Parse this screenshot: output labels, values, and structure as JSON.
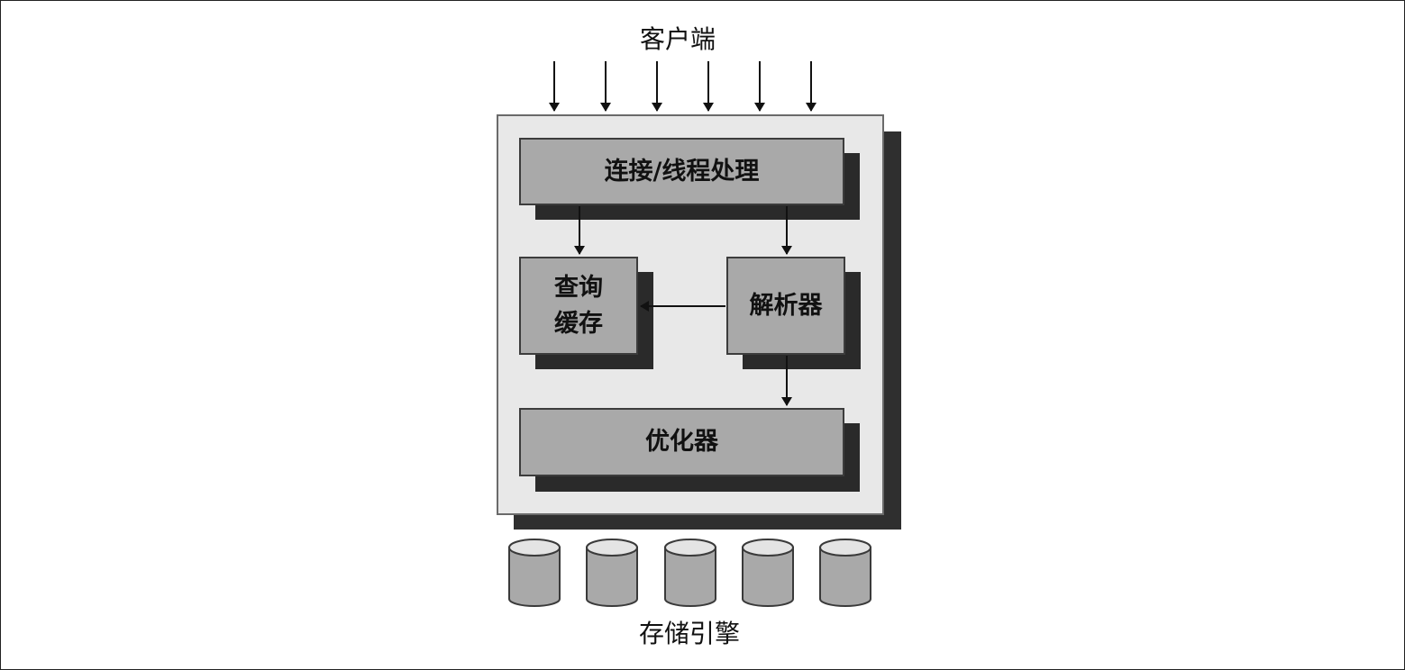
{
  "diagram": {
    "clients_label": "客户端",
    "connection_label": "连接/线程处理",
    "query_cache_label_line1": "查询",
    "query_cache_label_line2": "缓存",
    "parser_label": "解析器",
    "optimizer_label": "优化器",
    "storage_label": "存储引擎"
  },
  "colors": {
    "box_fill": "#a9a9a9",
    "container_fill": "#e8e8e8",
    "cylinder_fill": "#a9a9a9",
    "shadow": "#2a2a2a"
  }
}
